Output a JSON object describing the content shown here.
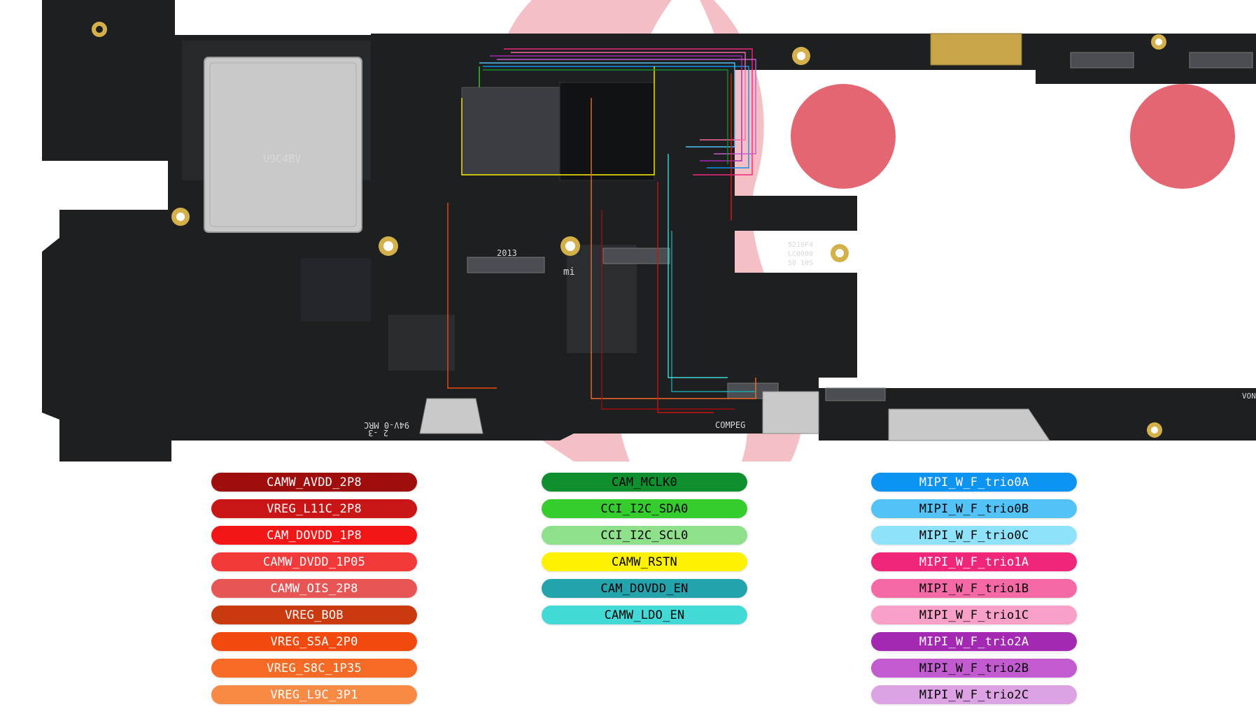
{
  "board": {
    "silkscreen": {
      "shield_mark": "U9C4BV",
      "board_code": "2013",
      "brand_mark": "mi",
      "date_code": "94V-0 MRC",
      "revision": "2 -3",
      "connector_tag": "COMPEG",
      "side_tag": "VON",
      "ic_label_1": "5210F4",
      "ic_label_2": "LC0000",
      "ic_label_3": "50 10S"
    },
    "colors": {
      "pcb": "#1d1f21",
      "pcb_edge": "#2f3235",
      "shield": "#c9c9c9",
      "pad_gold": "#d4b04a",
      "watermark": "#e14b5a"
    }
  },
  "legend": {
    "left": [
      {
        "label": "CAMW_AVDD_2P8",
        "color": "#a00d0d",
        "text": "light"
      },
      {
        "label": "VREG_L11C_2P8",
        "color": "#c91515",
        "text": "light"
      },
      {
        "label": "CAM_DOVDD_1P8",
        "color": "#f21616",
        "text": "light"
      },
      {
        "label": "CAMW_DVDD_1P05",
        "color": "#f23a3a",
        "text": "light"
      },
      {
        "label": "CAMW_OIS_2P8",
        "color": "#e85555",
        "text": "light"
      },
      {
        "label": "VREG_BOB",
        "color": "#c93a0e",
        "text": "light"
      },
      {
        "label": "VREG_S5A_2P0",
        "color": "#f24a0e",
        "text": "light"
      },
      {
        "label": "VREG_S8C_1P35",
        "color": "#f56b26",
        "text": "light"
      },
      {
        "label": "VREG_L9C_3P1",
        "color": "#f78a45",
        "text": "light"
      }
    ],
    "middle": [
      {
        "label": "CAM_MCLK0",
        "color": "#0f8f2e",
        "text": "dark"
      },
      {
        "label": "CCI_I2C_SDA0",
        "color": "#35cc2d",
        "text": "dark"
      },
      {
        "label": "CCI_I2C_SCL0",
        "color": "#8fe08a",
        "text": "dark"
      },
      {
        "label": "CAMW_RSTN",
        "color": "#fff200",
        "text": "dark"
      },
      {
        "label": "CAM_DOVDD_EN",
        "color": "#23a3ac",
        "text": "dark"
      },
      {
        "label": "CAMW_LDO_EN",
        "color": "#43d9d6",
        "text": "dark"
      }
    ],
    "right": [
      {
        "label": "MIPI_W_F_trio0A",
        "color": "#0d93f2",
        "text": "light"
      },
      {
        "label": "MIPI_W_F_trio0B",
        "color": "#52c2f7",
        "text": "dark"
      },
      {
        "label": "MIPI_W_F_trio0C",
        "color": "#8ee3fb",
        "text": "dark"
      },
      {
        "label": "MIPI_W_F_trio1A",
        "color": "#f0267a",
        "text": "light"
      },
      {
        "label": "MIPI_W_F_trio1B",
        "color": "#f56aa6",
        "text": "dark"
      },
      {
        "label": "MIPI_W_F_trio1C",
        "color": "#f9a0c8",
        "text": "dark"
      },
      {
        "label": "MIPI_W_F_trio2A",
        "color": "#a329b3",
        "text": "light"
      },
      {
        "label": "MIPI_W_F_trio2B",
        "color": "#c25bd0",
        "text": "dark"
      },
      {
        "label": "MIPI_W_F_trio2C",
        "color": "#dca2e4",
        "text": "dark"
      }
    ]
  }
}
